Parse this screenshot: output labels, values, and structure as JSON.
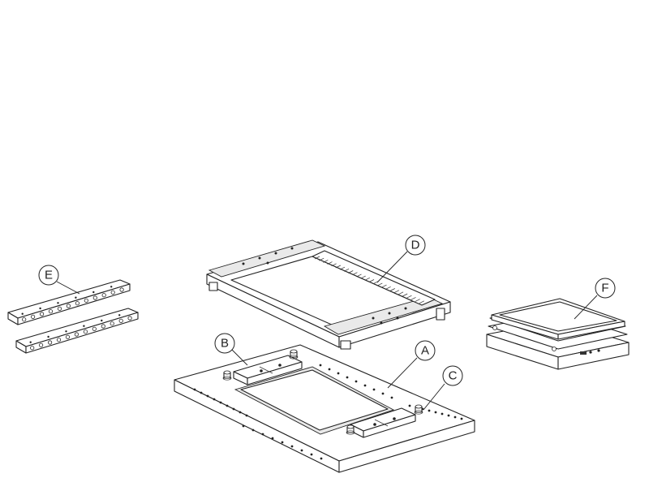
{
  "callouts": {
    "a": "A",
    "b": "B",
    "c": "C",
    "d": "D",
    "e": "E",
    "f": "F"
  }
}
